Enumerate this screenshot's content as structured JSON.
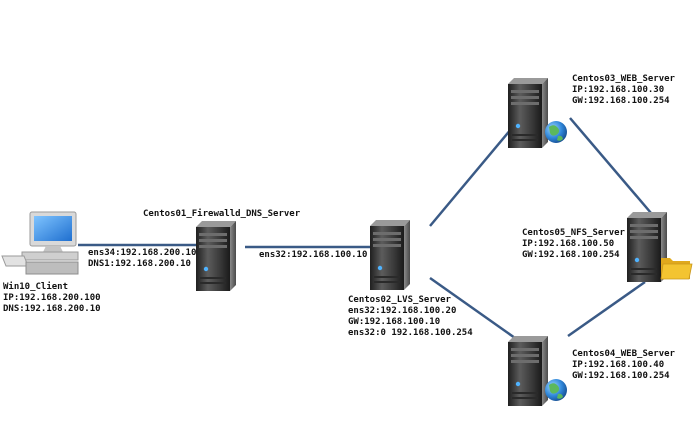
{
  "nodes": {
    "client": {
      "name": "Win10_Client",
      "ip": "IP:192.168.200.100",
      "dns": "DNS:192.168.200.10"
    },
    "firewall": {
      "name": "Centos01_Firewalld_DNS_Server",
      "ens34": "ens34:192.168.200.10",
      "dns1": "DNS1:192.168.200.10",
      "ens32": "ens32:192.168.100.10"
    },
    "lvs": {
      "name": "Centos02_LVS_Server",
      "ens32": "ens32:192.168.100.20",
      "gw": "GW:192.168.100.10",
      "ens32_0": "ens32:0 192.168.100.254"
    },
    "web1": {
      "name": "Centos03_WEB_Server",
      "ip": "IP:192.168.100.30",
      "gw": "GW:192.168.100.254"
    },
    "web2": {
      "name": "Centos04_WEB_Server",
      "ip": "IP:192.168.100.40",
      "gw": "GW:192.168.100.254"
    },
    "nfs": {
      "name": "Centos05_NFS_Server",
      "ip": "IP:192.168.100.50",
      "gw": "GW:192.168.100.254"
    }
  },
  "icons": {
    "client": "desktop-computer-icon",
    "servers": "tower-server-icon",
    "web": "globe-icon",
    "nfs": "folder-icon"
  },
  "colors": {
    "link": "#3a5a86",
    "server_body": "#3d3d3d",
    "globe": "#2f86d9",
    "folder": "#f3c431"
  }
}
